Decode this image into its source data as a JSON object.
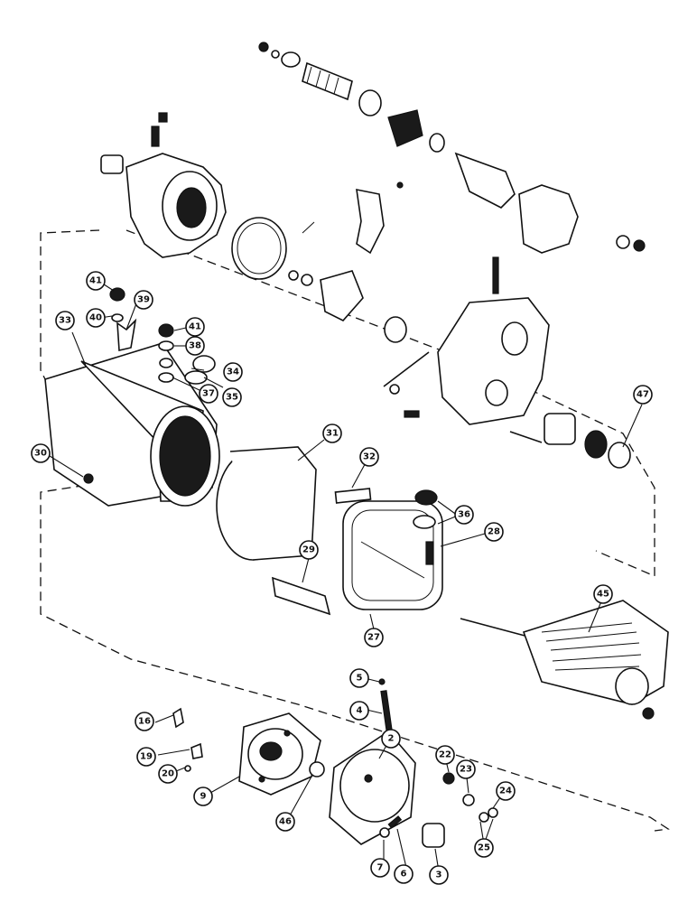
{
  "callouts": [
    {
      "id": "c2",
      "label": "2"
    },
    {
      "id": "c3",
      "label": "3"
    },
    {
      "id": "c4",
      "label": "4"
    },
    {
      "id": "c5",
      "label": "5"
    },
    {
      "id": "c6",
      "label": "6"
    },
    {
      "id": "c7",
      "label": "7"
    },
    {
      "id": "c9",
      "label": "9"
    },
    {
      "id": "c16",
      "label": "16"
    },
    {
      "id": "c19",
      "label": "19"
    },
    {
      "id": "c20",
      "label": "20"
    },
    {
      "id": "c22",
      "label": "22"
    },
    {
      "id": "c23",
      "label": "23"
    },
    {
      "id": "c24",
      "label": "24"
    },
    {
      "id": "c25",
      "label": "25"
    },
    {
      "id": "c27",
      "label": "27"
    },
    {
      "id": "c28",
      "label": "28"
    },
    {
      "id": "c29",
      "label": "29"
    },
    {
      "id": "c30",
      "label": "30"
    },
    {
      "id": "c31",
      "label": "31"
    },
    {
      "id": "c32",
      "label": "32"
    },
    {
      "id": "c33",
      "label": "33"
    },
    {
      "id": "c34",
      "label": "34"
    },
    {
      "id": "c35",
      "label": "35"
    },
    {
      "id": "c36",
      "label": "36"
    },
    {
      "id": "c37",
      "label": "37"
    },
    {
      "id": "c38",
      "label": "38"
    },
    {
      "id": "c39",
      "label": "39"
    },
    {
      "id": "c40",
      "label": "40"
    },
    {
      "id": "c41a",
      "label": "41"
    },
    {
      "id": "c41b",
      "label": "41"
    },
    {
      "id": "c45",
      "label": "45"
    },
    {
      "id": "c46",
      "label": "46"
    },
    {
      "id": "c47",
      "label": "47"
    }
  ]
}
